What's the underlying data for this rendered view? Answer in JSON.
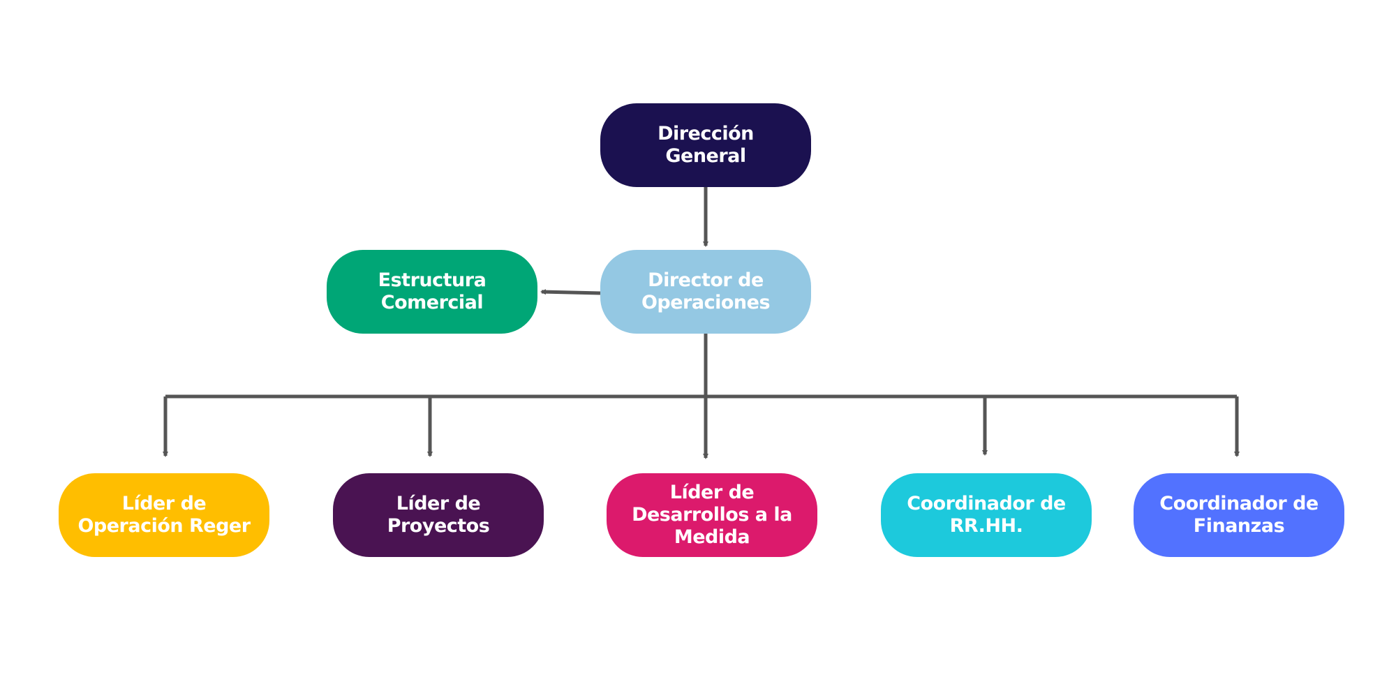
{
  "nodes": {
    "direccion_general": {
      "label": "Dirección\nGeneral",
      "color": "#1b1150"
    },
    "director_operaciones": {
      "label": "Director de\nOperaciones",
      "color": "#94c8e3"
    },
    "estructura_comercial": {
      "label": "Estructura\nComercial",
      "color": "#00a676"
    },
    "lider_operacion_reger": {
      "label": "Líder de\nOperación Reger",
      "color": "#ffbe00"
    },
    "lider_proyectos": {
      "label": "Líder de\nProyectos",
      "color": "#4a1352"
    },
    "lider_desarrollos": {
      "label": "Líder de\nDesarrollos a la\nMedida",
      "color": "#dc1a6c"
    },
    "coordinador_rrhh": {
      "label": "Coordinador de\nRR.HH.",
      "color": "#1dc9dc"
    },
    "coordinador_finanzas": {
      "label": "Coordinador de\nFinanzas",
      "color": "#5272ff"
    }
  },
  "connector_color": "#555555"
}
